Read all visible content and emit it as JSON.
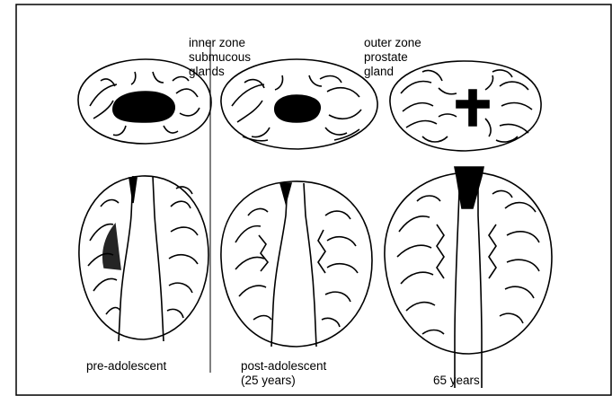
{
  "labels": {
    "inner_zone": [
      "inner zone",
      "submucous",
      "glands"
    ],
    "outer_zone": [
      "outer zone",
      "prostate",
      "gland"
    ],
    "pre_adolescent": [
      "pre-adolescent"
    ],
    "post_adolescent": [
      "post-adolescent",
      "(25 years)"
    ],
    "sixty_five": [
      "65 years"
    ]
  },
  "colors": {
    "ink": "#000000",
    "paper": "#ffffff",
    "border": "#000000"
  }
}
